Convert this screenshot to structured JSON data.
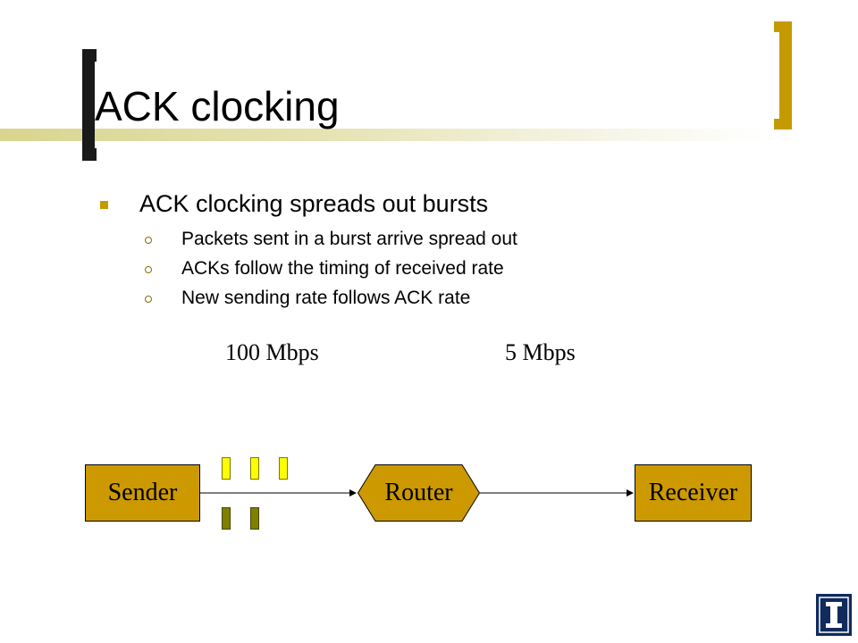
{
  "slide": {
    "title": "ACK clocking",
    "bullet_main": "ACK clocking spreads out bursts",
    "sub_bullets": [
      "Packets sent in a burst arrive spread out",
      "ACKs follow the timing of received rate",
      "New sending rate follows ACK rate"
    ]
  },
  "diagram": {
    "rate_left": "100 Mbps",
    "rate_right": "5 Mbps",
    "nodes": {
      "sender": "Sender",
      "router": "Router",
      "receiver": "Receiver"
    },
    "colors": {
      "node_fill": "#cc9900",
      "data_packet": "#ffff00",
      "ack_packet": "#808000",
      "accent": "#c49a00"
    }
  },
  "logo": {
    "icon": "illinois-block-i-logo"
  }
}
